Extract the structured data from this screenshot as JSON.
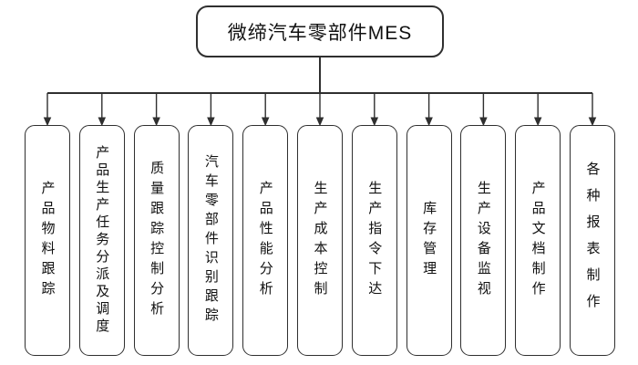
{
  "title": "微缔汽车零部件MES",
  "modules": [
    {
      "label": "产品物料跟踪"
    },
    {
      "label": "产品生产任务分派及调度"
    },
    {
      "label": "质量跟踪控制分析"
    },
    {
      "label": "汽车零部件识别跟踪"
    },
    {
      "label": "产品性能分析"
    },
    {
      "label": "生产成本控制"
    },
    {
      "label": "生产指令下达"
    },
    {
      "label": "库存管理"
    },
    {
      "label": "生产设备监视"
    },
    {
      "label": "产品文档制作"
    },
    {
      "label": "各种报表制作"
    }
  ],
  "colors": {
    "line": "#2f2f2f",
    "border": "#2f2f2f",
    "text": "#111111",
    "background": "#ffffff"
  }
}
